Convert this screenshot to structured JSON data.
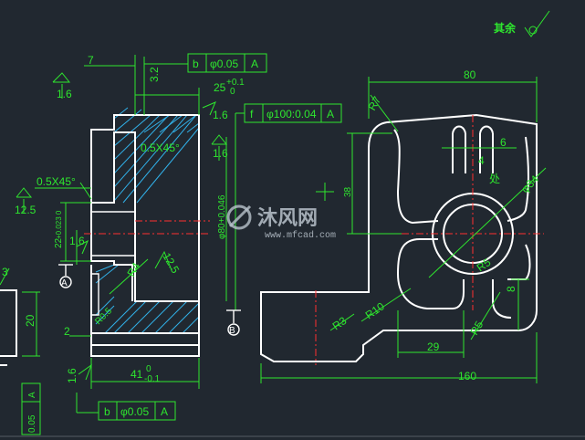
{
  "drawing": {
    "note_rest": "其余",
    "watermark": {
      "brand": "沐风网",
      "url": "www.mfcad.com"
    },
    "dims": {
      "d7": "7",
      "d3_2": "3.2",
      "d1_6_a": "1.6",
      "d25": "25",
      "d25_tol_up": "+0.1",
      "d25_tol_dn": "0",
      "d1_6_b": "1.6",
      "chamfer_top": "0.5X45°",
      "d1_6_c": "1.6",
      "chamfer_left": "0.5X45°",
      "d12_5_a": "12.5",
      "d22": "22",
      "d22_tol": "+0.023 0",
      "d1_6_d": "1.6",
      "d12_5_b": "12.5",
      "r4": "R4",
      "d3_left": "3",
      "d20": "20",
      "d2": "2",
      "d1_6_e": "1.6",
      "d41": "41",
      "d41_tol_up": "0",
      "d41_tol_dn": "-0.1",
      "r_small": "R0.5",
      "dia_vert": "φ80+0.046",
      "d80": "80",
      "r7": "R7",
      "d6": "6",
      "d4": "4",
      "phi34": "φ34",
      "d38": "38",
      "r5_a": "R5",
      "r10": "R10",
      "r3": "R3",
      "r5_b": "R5",
      "d8": "8",
      "d29": "29",
      "d160": "160",
      "boss_note": "处"
    },
    "fcf": {
      "top": {
        "datum_letter": "b",
        "tolerance": "φ0.05",
        "ref": "A"
      },
      "right": {
        "datum_letter": "f",
        "tolerance": "φ100:0.04",
        "ref": "A"
      },
      "bottom": {
        "datum_letter": "b",
        "tolerance": "φ0.05",
        "ref": "A"
      },
      "left_side": {
        "tolerance": "0.05",
        "ref": "A"
      }
    },
    "datum_markers": {
      "a": "A",
      "b": "B"
    },
    "colors": {
      "background": "#212830",
      "dimension": "#2ee62e",
      "outline": "#ffffff",
      "centerline": "#ff3030",
      "hatch": "#31b0e8"
    }
  }
}
